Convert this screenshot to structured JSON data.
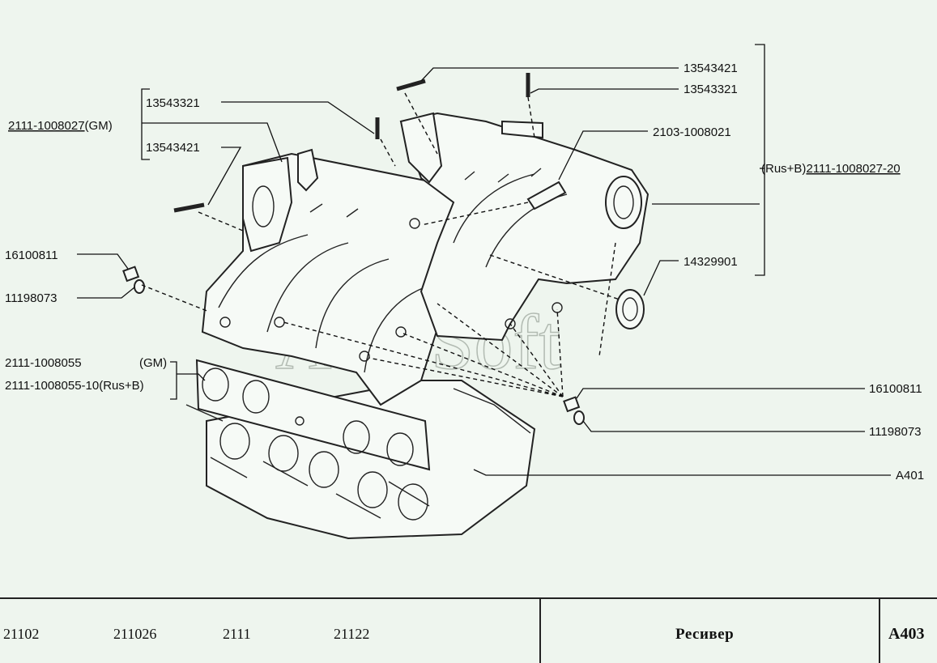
{
  "labels": {
    "l_13543421_top": "13543421",
    "l_13543321_top": "13543321",
    "l_2103": "2103-1008021",
    "l_rusb_prefix": "(Rus+B)",
    "l_rusb_part": "2111-1008027-20",
    "l_14329901": "14329901",
    "l_16100811_right": "16100811",
    "l_11198073_right": "11198073",
    "l_a401": "A401",
    "l_13543321_left": "13543321",
    "l_gm_part": "2111-1008027",
    "l_gm_suffix": "(GM)",
    "l_13543421_left": "13543421",
    "l_16100811_left": "16100811",
    "l_11198073_left": "11198073",
    "l_gasket_gm_part": "2111-1008055",
    "l_gasket_gm_suffix": "(GM)",
    "l_gasket_rusb": "2111-1008055-10(Rus+B)"
  },
  "watermark": "AutoSoft",
  "footer": {
    "models": [
      "21102",
      "211026",
      "2111",
      "21122"
    ],
    "title": "Ресивер",
    "code": "A403"
  }
}
